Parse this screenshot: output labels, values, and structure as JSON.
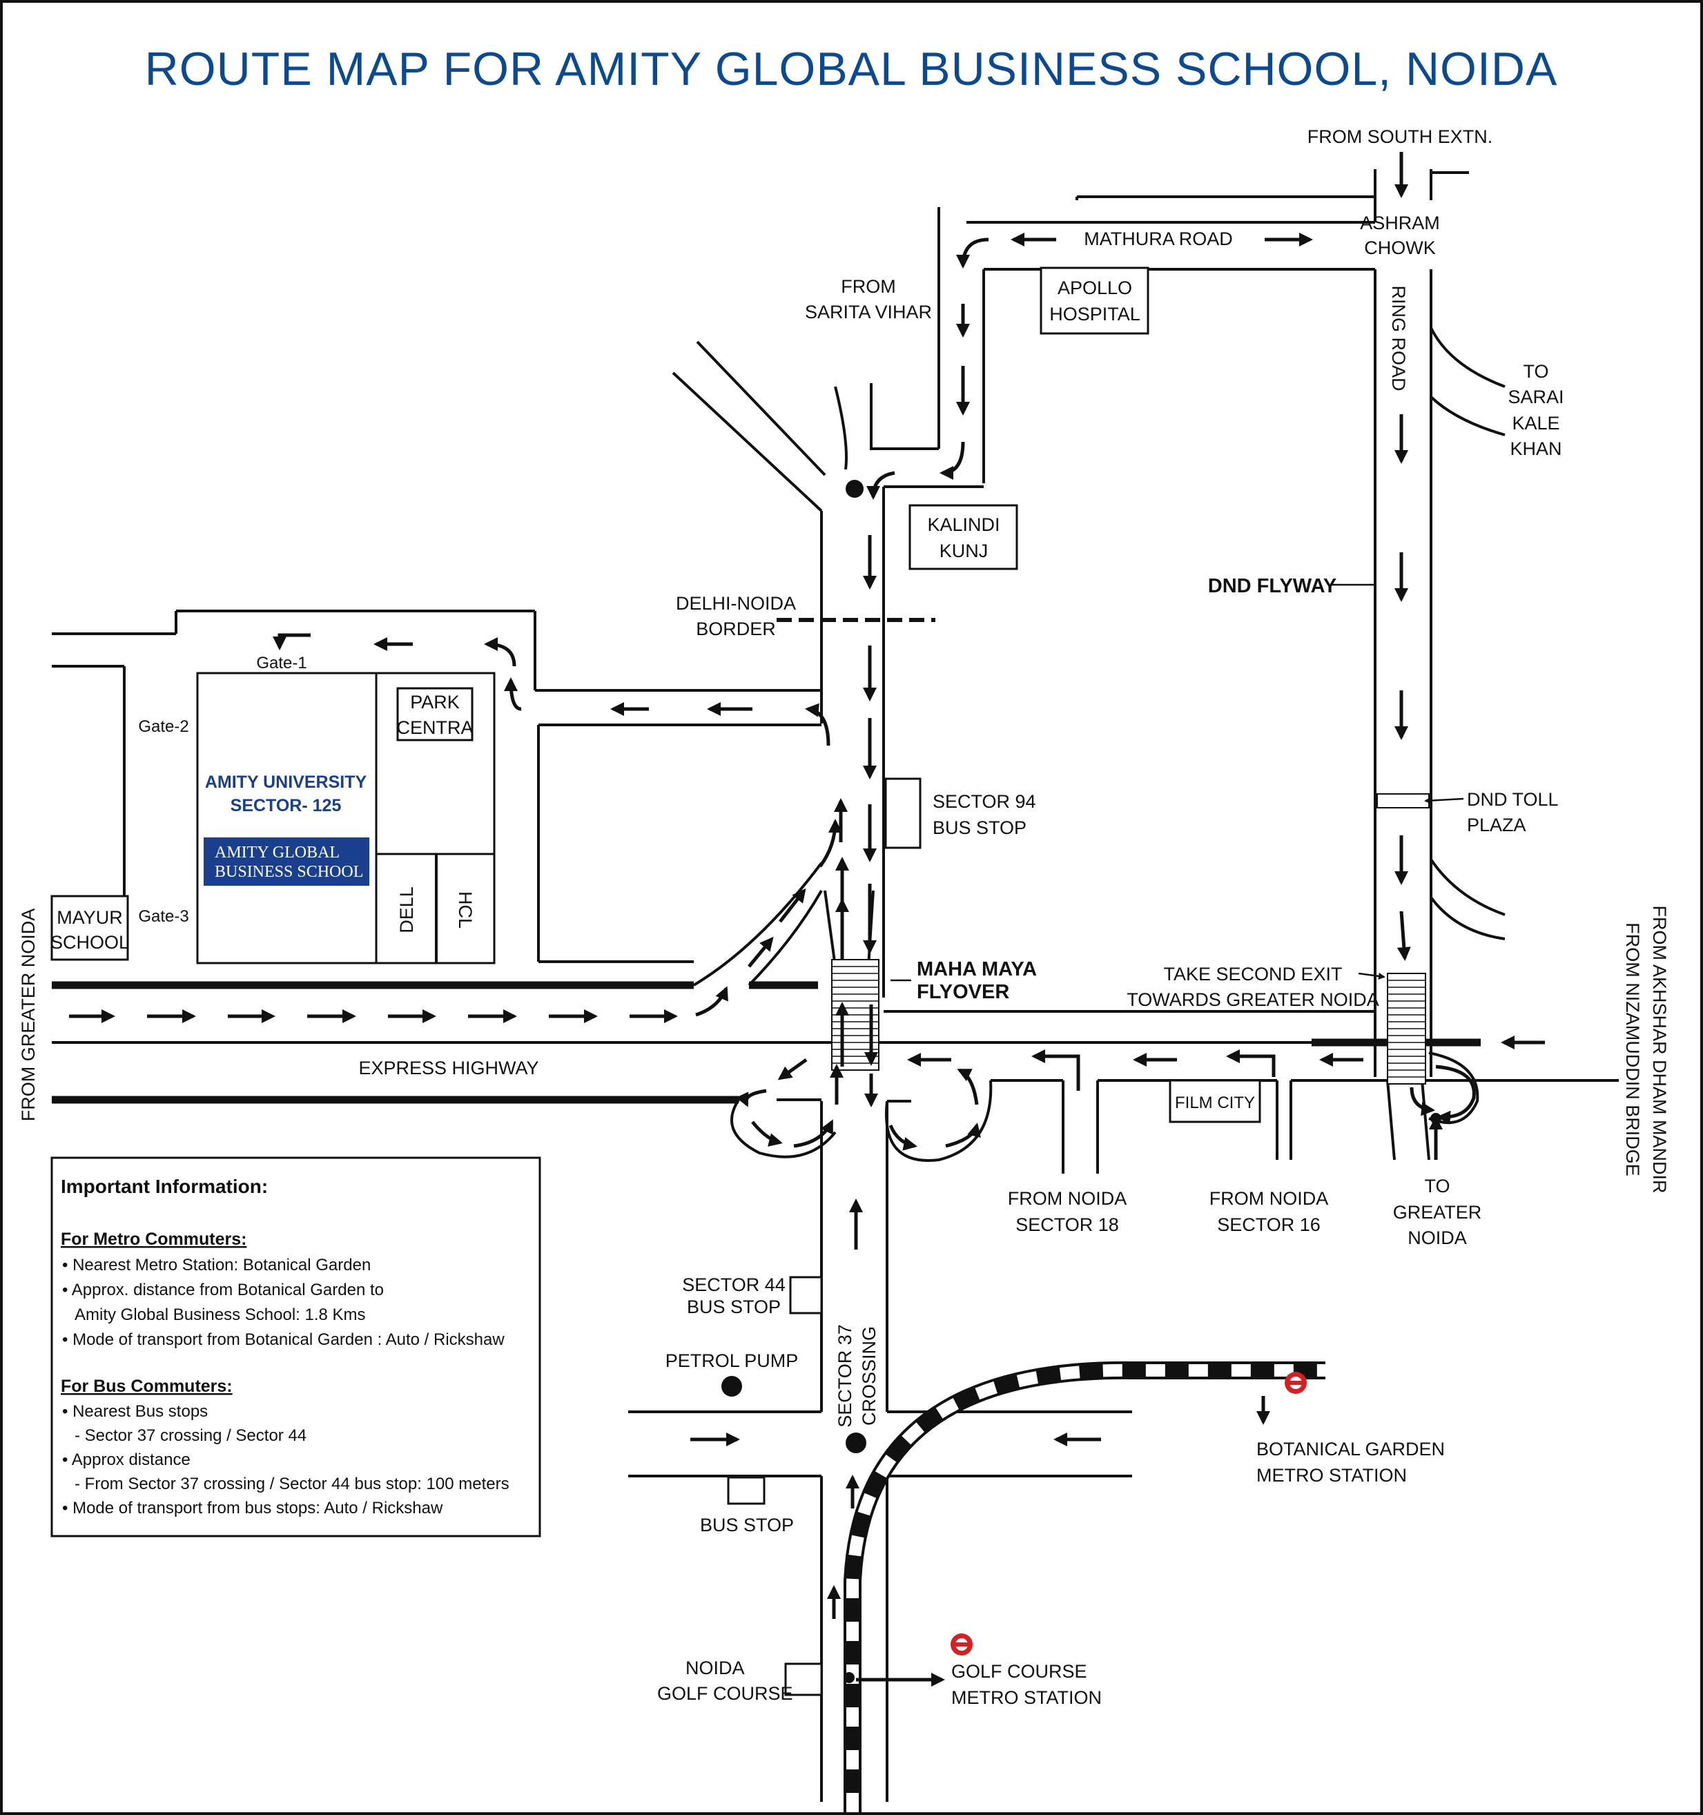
{
  "title": "ROUTE MAP FOR AMITY GLOBAL BUSINESS SCHOOL, NOIDA",
  "colors": {
    "title": "#0b4a91",
    "campus_label": "#1a3f8c",
    "school_box": "#1a3f8c",
    "metro_logo": "#d42020",
    "lines": "#111111"
  },
  "places": {
    "from_south_extn": "FROM SOUTH EXTN.",
    "ashram_chowk_1": "ASHRAM",
    "ashram_chowk_2": "CHOWK",
    "mathura_road": "MATHURA ROAD",
    "apollo_1": "APOLLO",
    "apollo_2": "HOSPITAL",
    "from_sarita_1": "FROM",
    "from_sarita_2": "SARITA VIHAR",
    "ring_road": "RING ROAD",
    "to_sarai_1": "TO",
    "to_sarai_2": "SARAI",
    "to_sarai_3": "KALE",
    "to_sarai_4": "KHAN",
    "kalindi_1": "KALINDI",
    "kalindi_2": "KUNJ",
    "dnd_flyway": "DND FLYWAY",
    "border_1": "DELHI-NOIDA",
    "border_2": "BORDER",
    "gate1": "Gate-1",
    "gate2": "Gate-2",
    "gate3": "Gate-3",
    "park_1": "PARK",
    "park_2": "CENTRA",
    "amity_1": "AMITY UNIVERSITY",
    "amity_2": "SECTOR- 125",
    "agbs_1": "AMITY GLOBAL",
    "agbs_2": "BUSINESS SCHOOL",
    "dell": "DELL",
    "hcl": "HCL",
    "mayur_1": "MAYUR",
    "mayur_2": "SCHOOL",
    "sector94_1": "SECTOR 94",
    "sector94_2": "BUS STOP",
    "dnd_toll_1": "DND TOLL",
    "dnd_toll_2": "PLAZA",
    "mahamaya_1": "MAHA MAYA",
    "mahamaya_2": "FLYOVER",
    "take_exit_1": "TAKE SECOND EXIT",
    "take_exit_2": "TOWARDS GREATER NOIDA",
    "from_greater_noida": "FROM GREATER NOIDA",
    "express_highway": "EXPRESS HIGHWAY",
    "akshar_1": "FROM AKHSHAR DHAM MANDIR",
    "akshar_2": "FROM NIZAMUDDIN BRIDGE",
    "film_city": "FILM CITY",
    "from_s18_1": "FROM NOIDA",
    "from_s18_2": "SECTOR 18",
    "from_s16_1": "FROM NOIDA",
    "from_s16_2": "SECTOR 16",
    "to_gn_1": "TO",
    "to_gn_2": "GREATER",
    "to_gn_3": "NOIDA",
    "sector44_1": "SECTOR 44",
    "sector44_2": "BUS STOP",
    "petrol_pump": "PETROL PUMP",
    "s37_1": "SECTOR 37",
    "s37_2": "CROSSING",
    "botanical_1": "BOTANICAL GARDEN",
    "botanical_2": "METRO STATION",
    "bus_stop": "BUS STOP",
    "golf_1": "NOIDA",
    "golf_2": "GOLF COURSE",
    "golf_metro_1": "GOLF COURSE",
    "golf_metro_2": "METRO STATION"
  },
  "info": {
    "heading": "Important Information:",
    "metro_heading": "For Metro Commuters:",
    "metro_1": "• Nearest Metro Station: Botanical Garden",
    "metro_2": "• Approx. distance from Botanical Garden to",
    "metro_3": "Amity Global Business School: 1.8 Kms",
    "metro_4": "• Mode of transport from Botanical Garden : Auto / Rickshaw",
    "bus_heading": "For Bus Commuters:",
    "bus_1": "• Nearest Bus stops",
    "bus_2": "- Sector 37 crossing / Sector 44",
    "bus_3": "• Approx distance",
    "bus_4": "- From Sector 37 crossing / Sector 44 bus stop: 100 meters",
    "bus_5": "• Mode of transport from bus stops: Auto / Rickshaw"
  }
}
